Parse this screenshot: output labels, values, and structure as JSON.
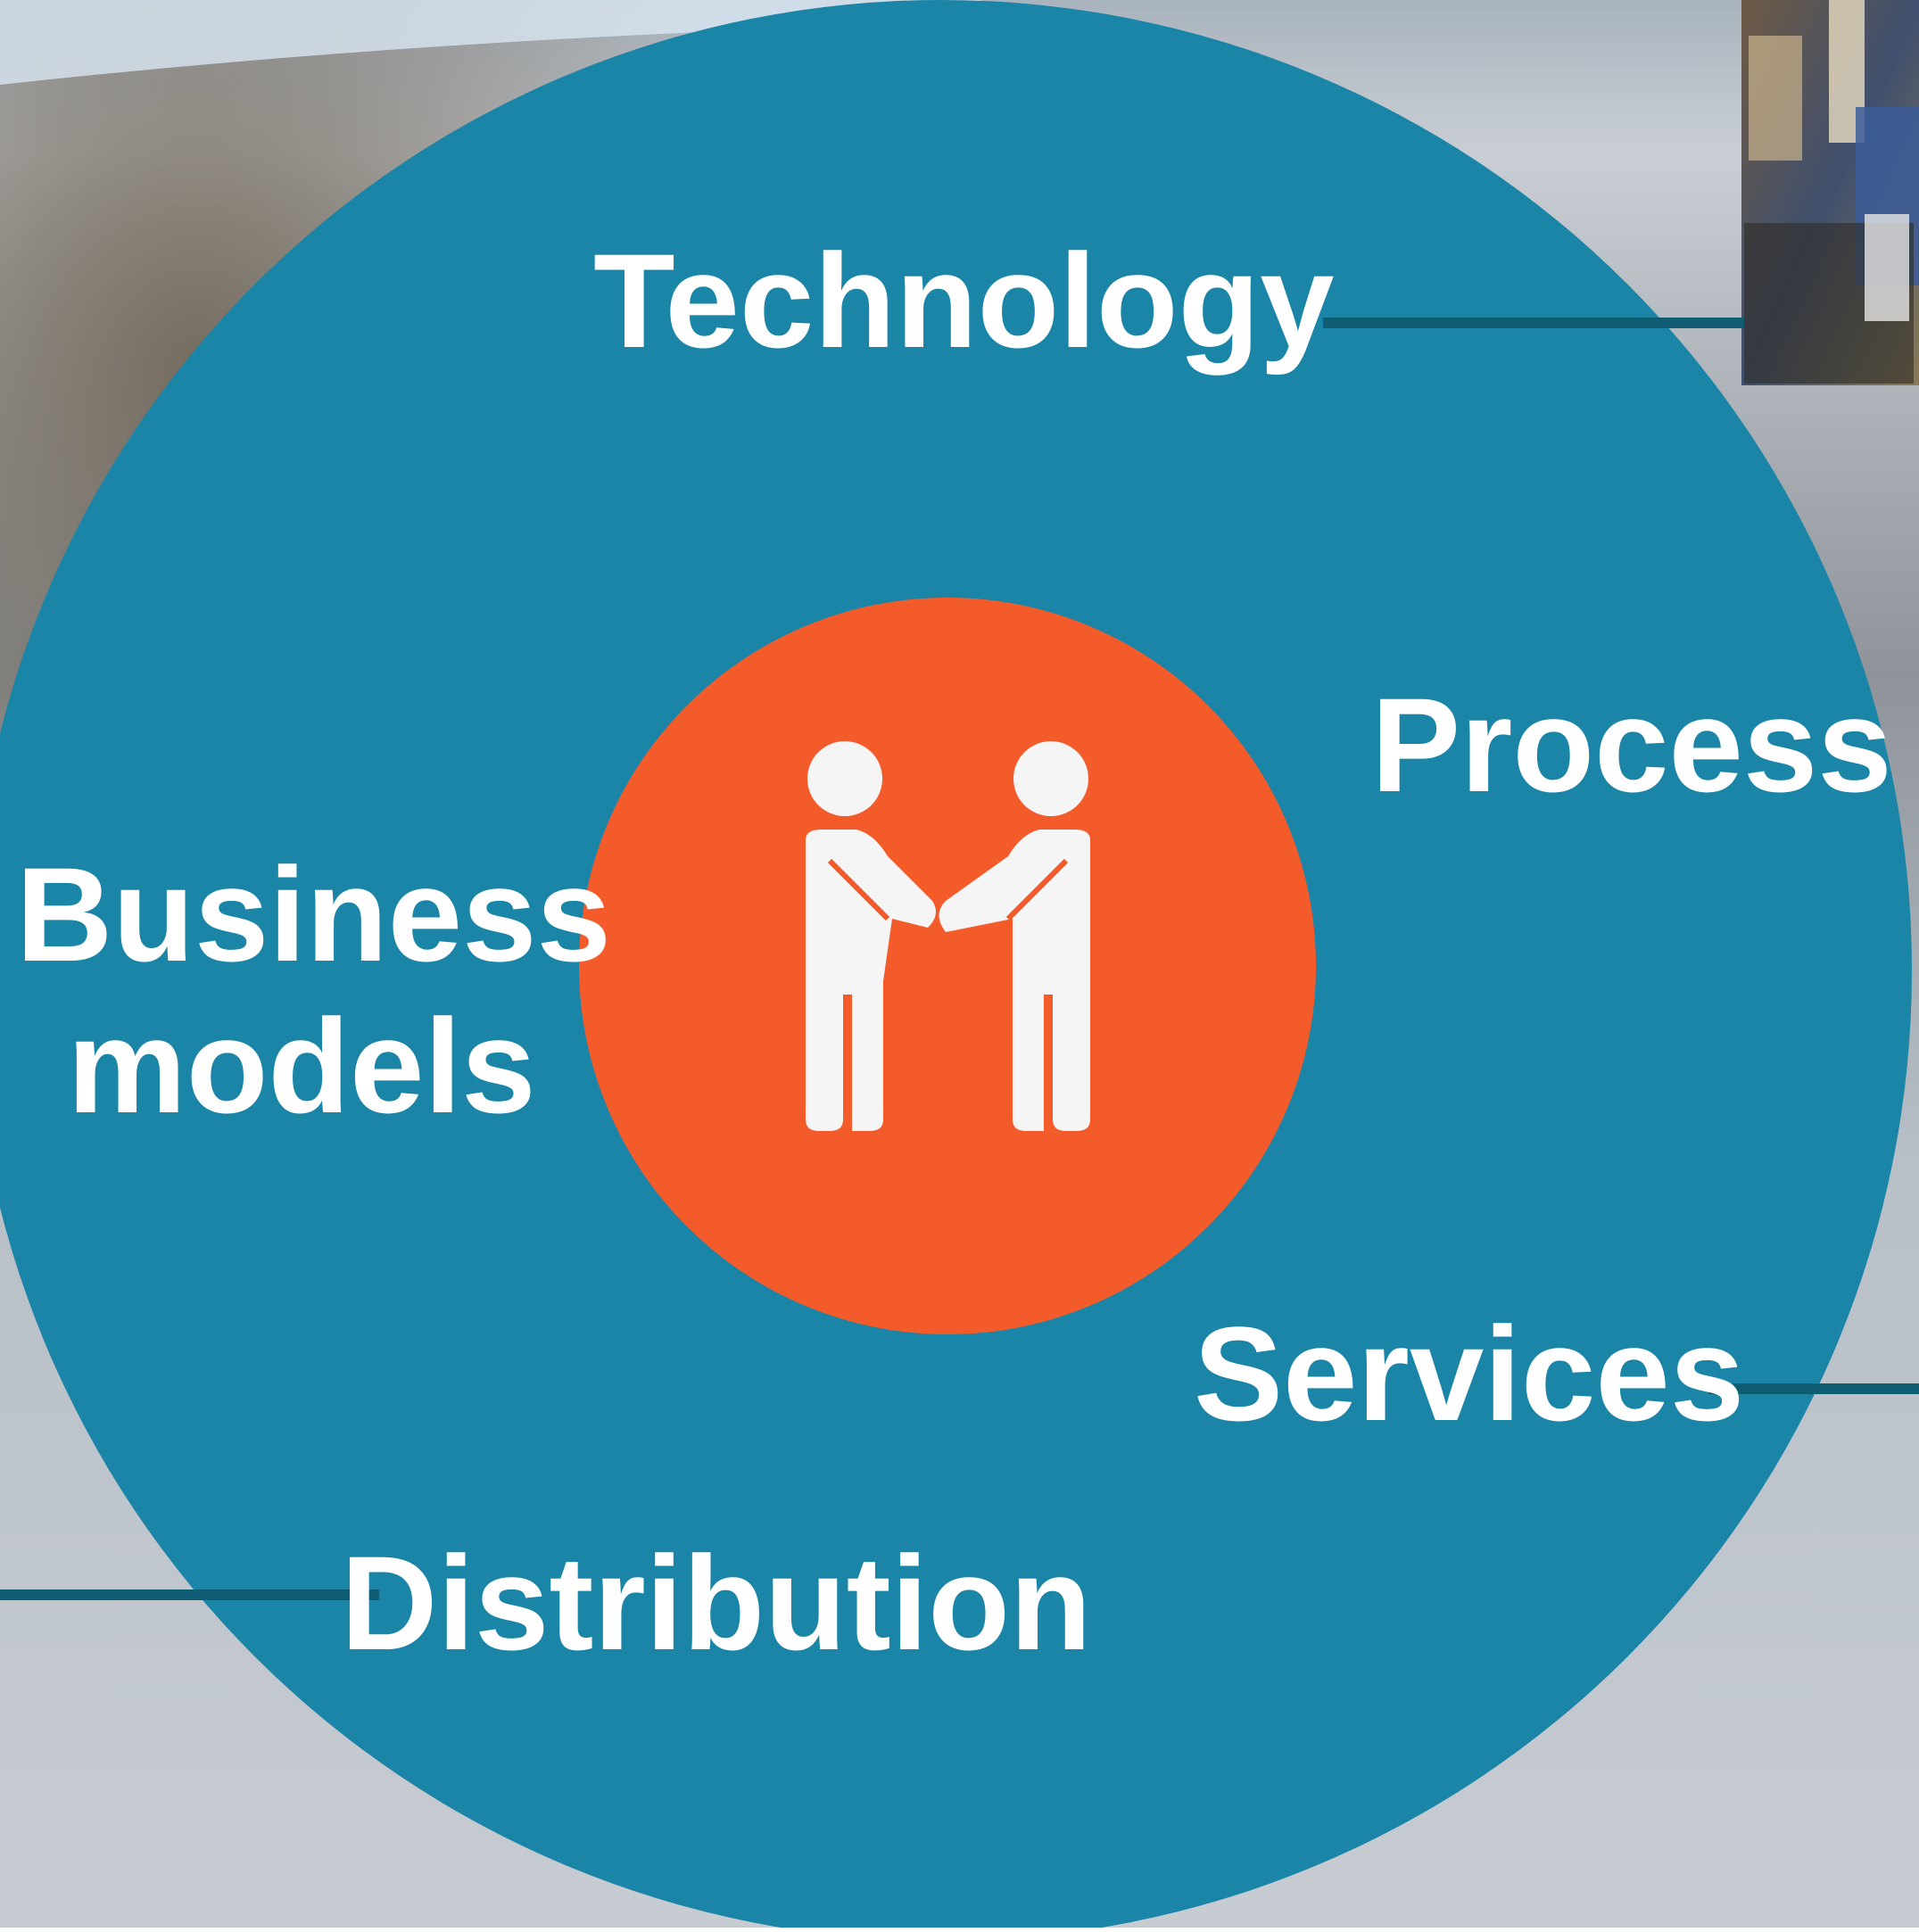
{
  "diagram": {
    "center_icon": "handshake-people-icon",
    "labels": {
      "technology": "Technology",
      "process": "Process",
      "business_line1": "Business",
      "business_line2": "models",
      "services": "Services",
      "distribution": "Distribution"
    },
    "colors": {
      "outer_circle": "#1b85a8",
      "inner_circle": "#f45b2a",
      "connector": "#0f5d73",
      "text": "#ffffff",
      "icon": "#f5f5f5"
    }
  }
}
